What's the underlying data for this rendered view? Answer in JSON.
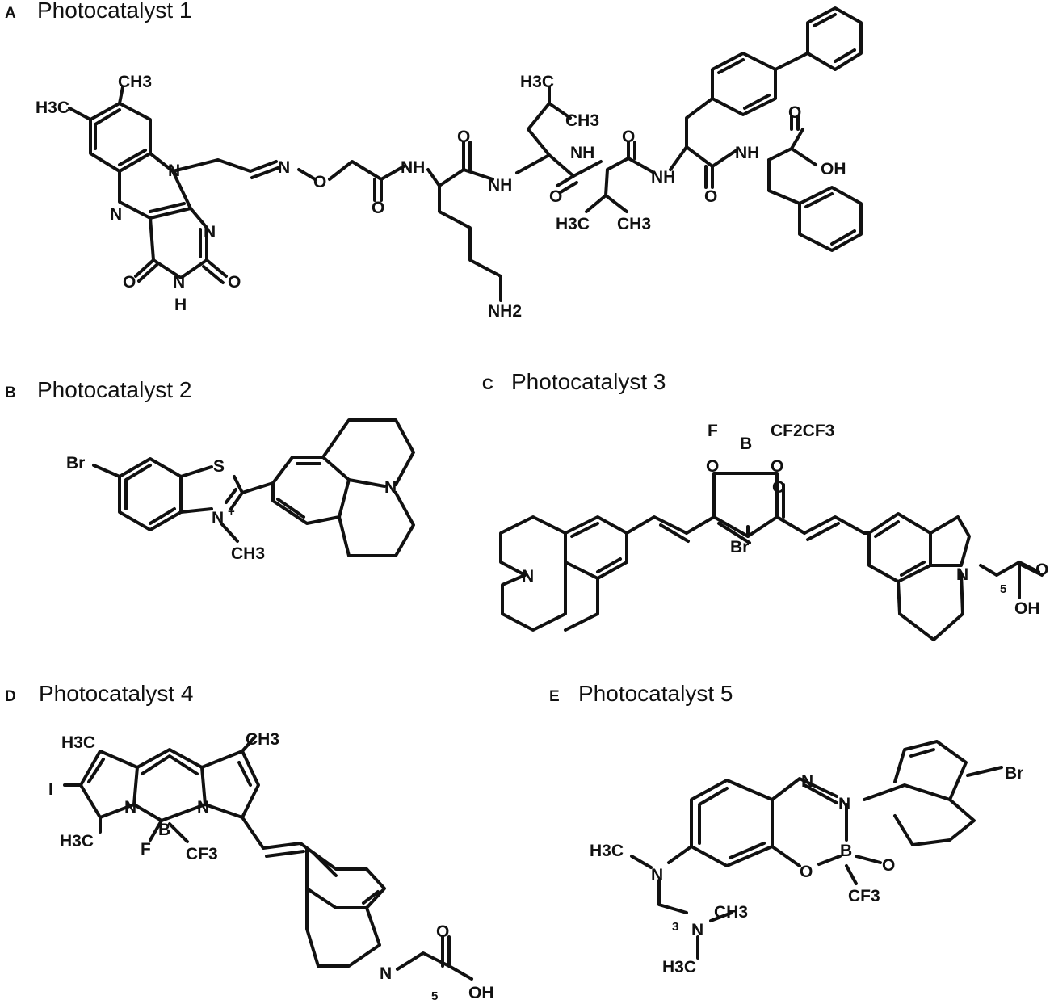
{
  "panels": [
    {
      "letter": "A",
      "title": "Photocatalyst 1"
    },
    {
      "letter": "B",
      "title": "Photocatalyst 2"
    },
    {
      "letter": "C",
      "title": "Photocatalyst 3"
    },
    {
      "letter": "D",
      "title": "Photocatalyst 4"
    },
    {
      "letter": "E",
      "title": "Photocatalyst 5"
    }
  ],
  "labels": {
    "a": {
      "ch3_top": "CH3",
      "h3c_left": "H3C",
      "n10": "N",
      "n5": "N",
      "n1": "N",
      "o4": "O",
      "nh3": "N",
      "h3": "H",
      "o2": "O",
      "oxime_n": "N",
      "oxime_o": "O",
      "o_gly": "O",
      "nh_lys": "NH",
      "o_lys": "O",
      "nh2": "NH2",
      "nh_leu": "NH",
      "h3c_leu": "H3C",
      "ch3_leu": "CH3",
      "o_leu": "O",
      "nh_val": "NH",
      "h3c_val": "H3C",
      "ch3_val": "CH3",
      "o_val": "O",
      "nh_bip": "NH",
      "o_bip": "O",
      "nh_phe": "NH",
      "o_cooh": "O",
      "oh": "OH"
    },
    "b": {
      "br": "Br",
      "s": "S",
      "n_plus": "N",
      "plus": "+",
      "ch3": "CH3",
      "n_jul": "N"
    },
    "c": {
      "f": "F",
      "b": "B",
      "cf2cf3": "CF2CF3",
      "o_left": "O",
      "o_right": "O",
      "o_ketone": "O",
      "br": "Br",
      "n_jul": "N",
      "n_thq": "N",
      "sub5": "5",
      "o_acid": "O",
      "oh": "OH"
    },
    "d": {
      "h3c_top": "H3C",
      "ch3_top": "CH3",
      "i": "I",
      "n_left": "N",
      "n_right": "N",
      "b": "B",
      "h3c_bottom": "H3C",
      "f": "F",
      "cf3": "CF3",
      "n_thq": "N",
      "sub5": "5",
      "o_acid": "O",
      "oh": "OH"
    },
    "e": {
      "n_azo1": "N",
      "n_azo2": "N",
      "br": "Br",
      "h3c": "H3C",
      "n_amine": "N",
      "o_left": "O",
      "b": "B",
      "o_right": "O",
      "cf3": "CF3",
      "sub3": "3",
      "n_dma": "N",
      "ch3": "CH3",
      "h3c_bottom": "H3C"
    }
  }
}
